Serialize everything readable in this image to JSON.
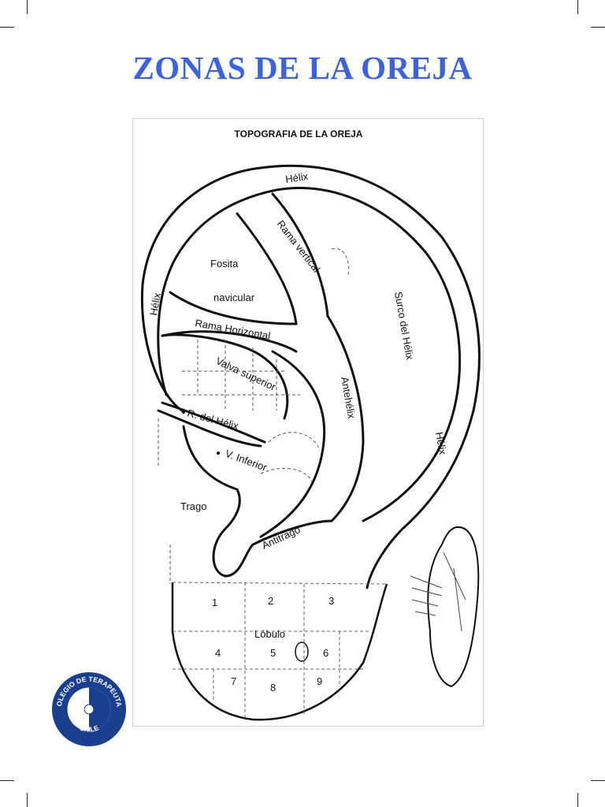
{
  "page_title": "ZONAS DE LA OREJA",
  "diagram": {
    "heading": "TOPOGRAFIA DE LA OREJA",
    "labels": {
      "helix_top": "Hélix",
      "helix_left": "Hélix",
      "helix_right": "Hélix",
      "rama_vertical": "Rama vertical",
      "fosita": "Fosita",
      "navicular": "navicular",
      "rama_horizontal": "Rama Horizontal",
      "surco_helix": "Surco del Hélix",
      "valva_superior": "Valva superior",
      "antehelix": "Antehélix",
      "r_helix": "R. del Hélix",
      "v_inferior": "V. Inferior",
      "trago": "Trago",
      "antitrago": "Antitrago",
      "lobulo": "Lóbulo"
    },
    "lobule_numbers": [
      "1",
      "2",
      "3",
      "4",
      "5",
      "6",
      "7",
      "8",
      "9"
    ]
  },
  "logo": {
    "text_top": "COLEGIO DE TERAPEUTAS",
    "text_bottom": "CHILE",
    "color_primary": "#1a3f8f"
  },
  "colors": {
    "title": "#3b63e0"
  }
}
